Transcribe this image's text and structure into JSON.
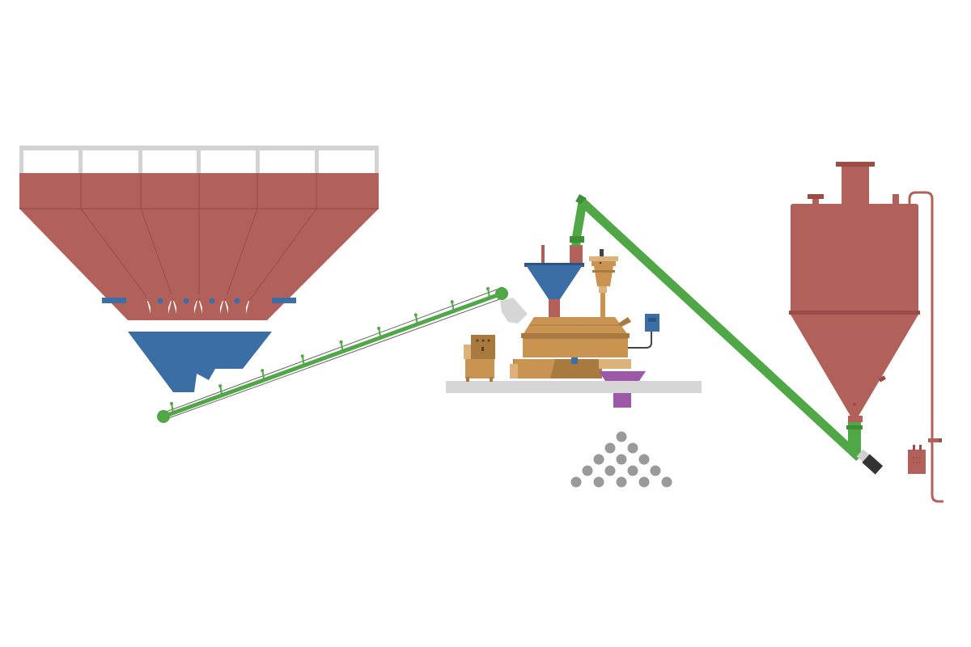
{
  "diagram": {
    "type": "concrete-batching-plant-illustration",
    "labels": [],
    "colors": {
      "background": "#ffffff",
      "bin_red": "#b2605a",
      "bin_red_dark": "#9a4c46",
      "rail_gray": "#d3d3d3",
      "hopper_blue": "#3b6ea5",
      "conveyor_green": "#4fa845",
      "mixer_tan": "#c99352",
      "mixer_tan_light": "#ddb27a",
      "mixer_tan_dark": "#a87a40",
      "platform_gray": "#d6d6d6",
      "chute_purple": "#9b59a8",
      "aggregate_gray": "#9a9a9a",
      "cable_dark": "#444444",
      "screw_end_dark": "#333333"
    },
    "components": [
      {
        "id": "aggregate-bins",
        "icon": "multi-compartment-hopper",
        "compartments": 6
      },
      {
        "id": "weigh-hopper",
        "icon": "funnel"
      },
      {
        "id": "belt-conveyor",
        "icon": "inclined-belt",
        "rollers": 9
      },
      {
        "id": "mixer",
        "icon": "twin-shaft-mixer"
      },
      {
        "id": "cement-scale",
        "icon": "funnel"
      },
      {
        "id": "water-scale",
        "icon": "stacked-vessel"
      },
      {
        "id": "air-compressor",
        "icon": "compressor-box"
      },
      {
        "id": "control-box",
        "icon": "electric-box"
      },
      {
        "id": "discharge-chute",
        "icon": "chute"
      },
      {
        "id": "aggregate-pile",
        "icon": "stacked-dots",
        "count": 15
      },
      {
        "id": "screw-conveyor",
        "icon": "inclined-screw"
      },
      {
        "id": "cement-silo",
        "icon": "silo"
      }
    ]
  }
}
